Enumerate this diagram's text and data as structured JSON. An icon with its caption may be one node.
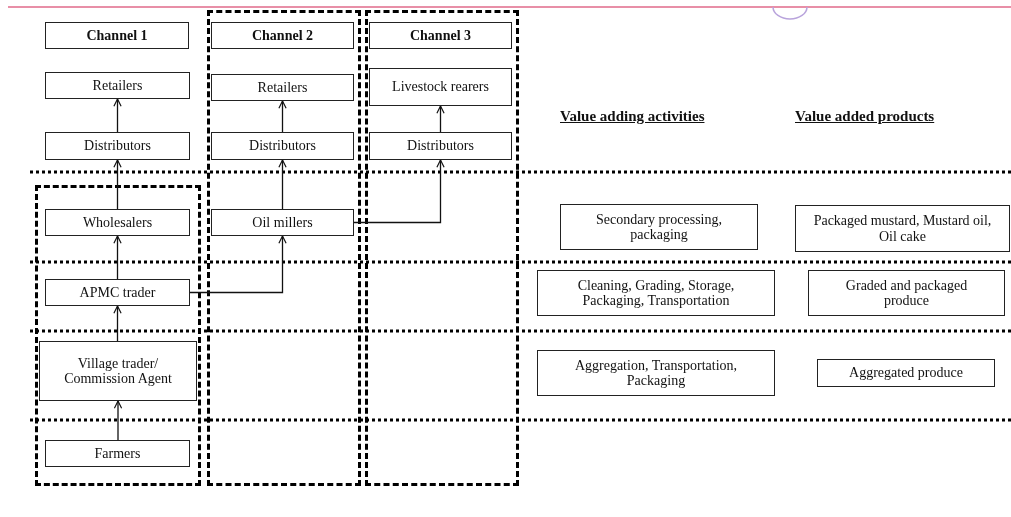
{
  "diagram": {
    "nodes": [
      {
        "text": [],
        "shape": "box"
      },
      {
        "text": [],
        "shape": "box"
      },
      {
        "text": [
          "Channel 1"
        ]
      },
      {
        "text": [
          "Channel 2"
        ],
        "in": 0
      },
      {
        "text": [
          "Channel 3"
        ],
        "in": 1
      },
      {
        "text": [
          "Retailers"
        ]
      },
      {
        "text": [
          "Retailers"
        ],
        "in": 0
      },
      {
        "text": [
          "Livestock rearers"
        ],
        "in": 1
      },
      {
        "text": [
          "Distributors"
        ]
      },
      {
        "text": [
          "Distributors"
        ],
        "in": 0
      },
      {
        "text": [
          "Distributors"
        ],
        "in": 1
      },
      {
        "text": [],
        "shape": "box"
      },
      {
        "text": [
          "Wholesalers"
        ],
        "in": 11
      },
      {
        "text": [
          "Oil millers"
        ],
        "in": 0
      },
      {
        "text": [
          "Secondary processing, packaging"
        ]
      },
      {
        "text": [
          "Packaged mustard, Mustard oil, Oil cake"
        ]
      },
      {
        "text": [
          "APMC trader"
        ],
        "in": 11
      },
      {
        "text": [
          "Cleaning, Grading, Storage, Packaging, Transportation"
        ]
      },
      {
        "text": [
          "Graded and packaged produce"
        ]
      },
      {
        "text": [
          "Village trader/ Commission Agent"
        ],
        "in": 11
      },
      {
        "text": [
          "Aggregation, Transportation, Packaging"
        ]
      },
      {
        "text": [
          "Aggregated produce"
        ]
      },
      {
        "text": [
          "Farmers"
        ],
        "in": 11
      }
    ],
    "edges": [
      {
        "from": 8,
        "to": 5,
        "arrow": "to"
      },
      {
        "from": 9,
        "to": 6,
        "arrow": "to"
      },
      {
        "from": 10,
        "to": 7,
        "arrow": "to"
      },
      {
        "from": 12,
        "to": 8,
        "arrow": "to"
      },
      {
        "from": 13,
        "to": 9,
        "arrow": "to"
      },
      {
        "from": 13,
        "to": 10,
        "arrow": "to"
      },
      {
        "from": 16,
        "to": 12,
        "arrow": "to"
      },
      {
        "from": 16,
        "to": 13,
        "arrow": "to"
      },
      {
        "from": 19,
        "to": 16,
        "arrow": "to"
      },
      {
        "from": 22,
        "to": 19,
        "arrow": "to"
      }
    ],
    "labels": [
      "Value adding activities",
      "Value added products"
    ]
  }
}
